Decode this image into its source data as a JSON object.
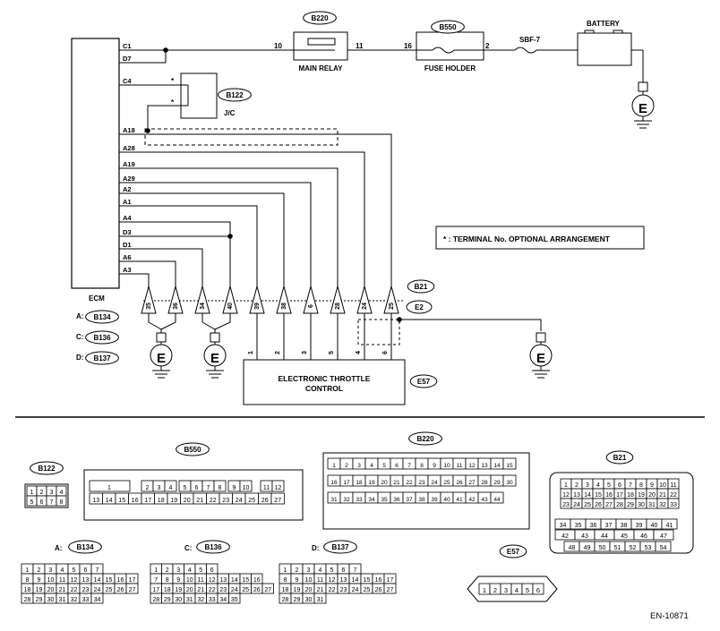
{
  "ecm": {
    "title": "ECM",
    "pins": [
      "C1",
      "D7",
      "C4",
      "A18",
      "A28",
      "A19",
      "A29",
      "A2",
      "A1",
      "A4",
      "D3",
      "D1",
      "A6",
      "A3"
    ],
    "connector_labels": [
      {
        "prefix": "A:",
        "ref": "B134"
      },
      {
        "prefix": "C:",
        "ref": "B136"
      },
      {
        "prefix": "D:",
        "ref": "B137"
      }
    ]
  },
  "main_relay": {
    "ref": "B220",
    "label": "MAIN RELAY",
    "pin_left": "10",
    "pin_right": "11"
  },
  "fuse_holder": {
    "ref": "B550",
    "label": "FUSE HOLDER",
    "pin_left": "16",
    "pin_right": "2"
  },
  "sbf": {
    "label": "SBF-7"
  },
  "battery": {
    "label": "BATTERY"
  },
  "jc": {
    "ref": "B122",
    "label": "J/C",
    "star": "*"
  },
  "note": "* : TERMINAL No. OPTIONAL ARRANGEMENT",
  "b21": {
    "ref": "B21"
  },
  "e2": {
    "ref": "E2"
  },
  "ground_label": "E",
  "terminal_pins": [
    "35",
    "36",
    "34",
    "40",
    "39",
    "38",
    "6",
    "28",
    "24",
    "25"
  ],
  "throttle": {
    "ref": "E57",
    "line1": "ELECTRONIC THROTTLE",
    "line2": "CONTROL",
    "pins": [
      "1",
      "2",
      "3",
      "5",
      "4",
      "6"
    ]
  },
  "conn_b122": {
    "ref": "B122",
    "row1": [
      "1",
      "2",
      "3",
      "4"
    ],
    "row2": [
      "5",
      "6",
      "7",
      "8"
    ]
  },
  "conn_b550": {
    "ref": "B550",
    "row1": [
      "1",
      "2",
      "3",
      "4",
      "5",
      "6",
      "7",
      "8",
      "9",
      "10",
      "11",
      "12"
    ],
    "row2": [
      "13",
      "14",
      "15",
      "16",
      "17",
      "18",
      "19",
      "20",
      "21",
      "22",
      "23",
      "24",
      "25",
      "26",
      "27"
    ]
  },
  "conn_b220": {
    "ref": "B220",
    "pins": [
      "1",
      "2",
      "3",
      "4",
      "5",
      "6",
      "7",
      "8",
      "9",
      "10",
      "11",
      "12",
      "13",
      "14",
      "15",
      "16",
      "17",
      "18",
      "19",
      "20",
      "21",
      "22",
      "23",
      "24",
      "25",
      "26",
      "27",
      "28",
      "29",
      "30",
      "31",
      "32",
      "33",
      "34",
      "35",
      "36",
      "37",
      "38",
      "39",
      "40",
      "41",
      "42",
      "43",
      "44"
    ]
  },
  "conn_b21": {
    "ref": "B21",
    "row1": [
      "1",
      "2",
      "3",
      "4",
      "5",
      "6",
      "7",
      "8",
      "9",
      "10",
      "11"
    ],
    "row2": [
      "12",
      "13",
      "14",
      "15",
      "16",
      "17",
      "18",
      "19",
      "20",
      "21",
      "22"
    ],
    "row3": [
      "23",
      "24",
      "25",
      "26",
      "27",
      "28",
      "29",
      "30",
      "31",
      "32",
      "33"
    ],
    "row4": [
      "34",
      "35",
      "36",
      "37",
      "38",
      "39",
      "40",
      "41"
    ],
    "row5": [
      "42",
      "43",
      "44",
      "45",
      "46",
      "47"
    ],
    "row6": [
      "48",
      "49",
      "50",
      "51",
      "52",
      "53",
      "54"
    ]
  },
  "conn_a": {
    "prefix": "A:",
    "ref": "B134",
    "rows": [
      [
        "1",
        "2",
        "3",
        "4",
        "5",
        "6",
        "7"
      ],
      [
        "8",
        "9",
        "10",
        "11",
        "12",
        "13",
        "14",
        "15",
        "16",
        "17"
      ],
      [
        "18",
        "19",
        "20",
        "21",
        "22",
        "23",
        "24",
        "25",
        "26",
        "27"
      ],
      [
        "28",
        "29",
        "30",
        "31",
        "32",
        "33",
        "34"
      ]
    ]
  },
  "conn_c": {
    "prefix": "C:",
    "ref": "B136",
    "rows": [
      [
        "1",
        "2",
        "3",
        "4",
        "5",
        "6"
      ],
      [
        "7",
        "8",
        "9",
        "10",
        "11",
        "12",
        "13",
        "14",
        "15",
        "16"
      ],
      [
        "17",
        "18",
        "19",
        "20",
        "21",
        "22",
        "23",
        "24",
        "25",
        "26",
        "27"
      ],
      [
        "28",
        "29",
        "30",
        "31",
        "32",
        "33",
        "34",
        "35"
      ]
    ]
  },
  "conn_d": {
    "prefix": "D:",
    "ref": "B137",
    "rows": [
      [
        "1",
        "2",
        "3",
        "4",
        "5",
        "6",
        "7"
      ],
      [
        "8",
        "9",
        "10",
        "11",
        "12",
        "13",
        "14",
        "15",
        "16",
        "17"
      ],
      [
        "18",
        "19",
        "20",
        "21",
        "22",
        "23",
        "24",
        "25",
        "26",
        "27"
      ],
      [
        "28",
        "29",
        "30",
        "31"
      ]
    ]
  },
  "conn_e57": {
    "ref": "E57",
    "pins": [
      "1",
      "2",
      "3",
      "4",
      "5",
      "6"
    ]
  },
  "doc_id": "EN-10871"
}
